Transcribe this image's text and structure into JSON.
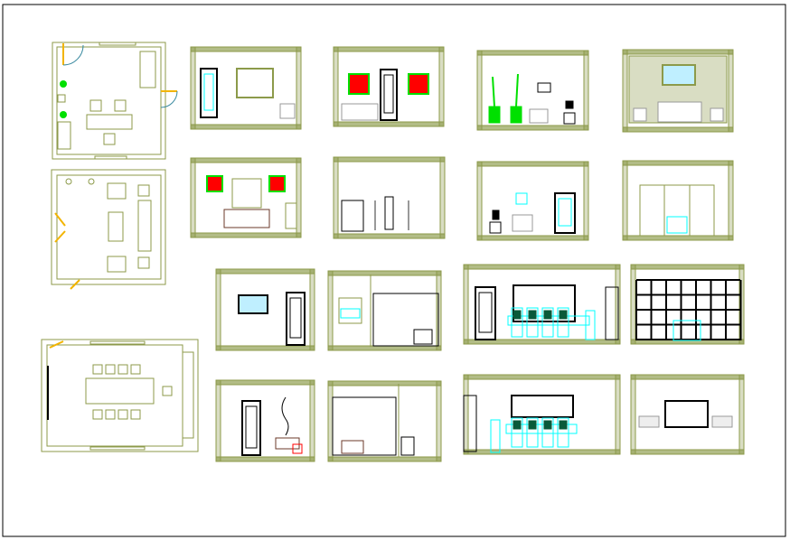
{
  "drawing": {
    "colors": {
      "background": "#ffffff",
      "sheet_border": "#000000",
      "wall": "#8c9a4a",
      "door_swing": "#f2b400",
      "door_arc": "#3a8aa0",
      "plant": "#00e000",
      "cyan_detail": "#00ffff",
      "frame_red": "#ff0000",
      "frame_green": "#00e000",
      "furniture_brown": "#6b3a2a",
      "chair_back": "#0a5a3a",
      "grey_furniture": "#999999",
      "black_line": "#000000"
    },
    "plans": [
      "office-plan",
      "lounge-plan",
      "meeting-room-plan"
    ],
    "elevations": [
      "office-elevation-a",
      "office-elevation-b",
      "office-elevation-c",
      "office-elevation-d",
      "lounge-elevation-a",
      "lounge-elevation-b",
      "lounge-elevation-c",
      "lounge-elevation-d",
      "corridor-elevation-a",
      "restroom-elevation-a",
      "meeting-elevation-a",
      "meeting-elevation-b",
      "corridor-elevation-b",
      "restroom-elevation-b",
      "meeting-elevation-c",
      "meeting-elevation-d"
    ]
  }
}
